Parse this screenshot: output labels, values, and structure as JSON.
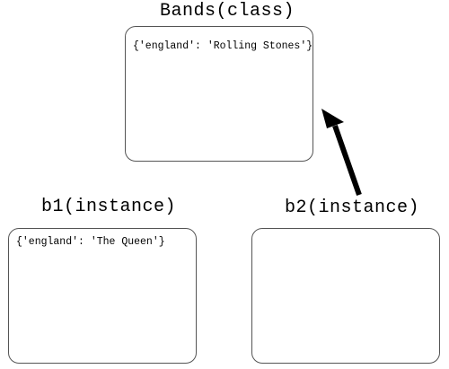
{
  "classNode": {
    "title": "Bands(class)",
    "dict": "{'england': 'Rolling Stones'}"
  },
  "instance1": {
    "title": "b1(instance)",
    "dict": "{'england': 'The Queen'}"
  },
  "instance2": {
    "title": "b2(instance)",
    "dict": ""
  },
  "colors": {
    "border": "#555555",
    "arrow": "#000000",
    "text": "#000000"
  }
}
